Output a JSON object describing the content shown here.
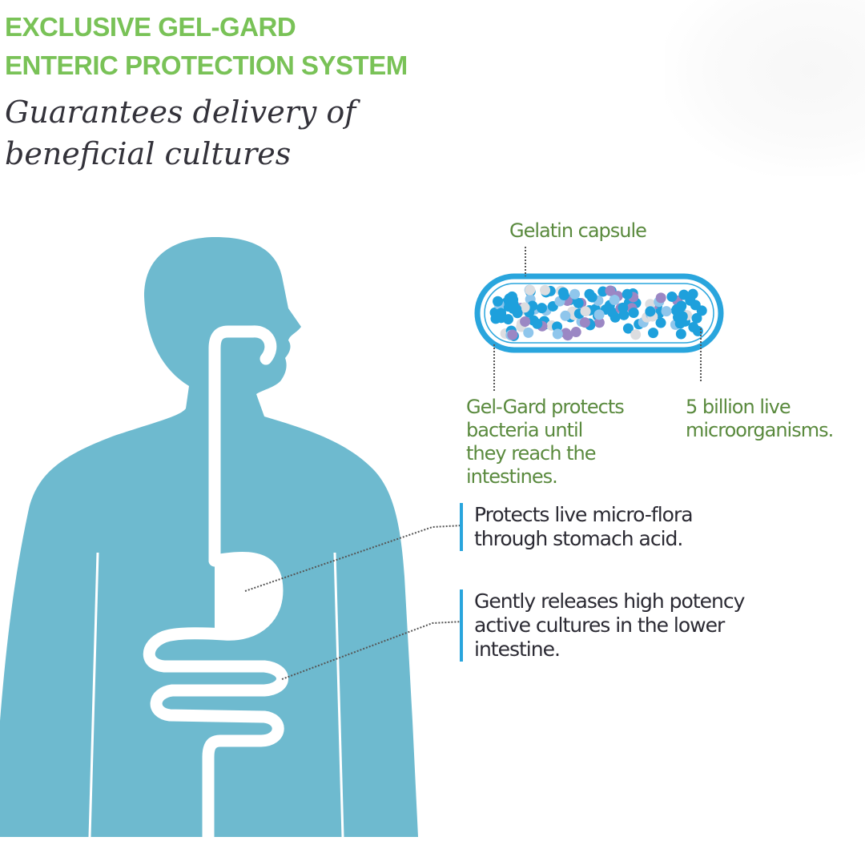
{
  "header": {
    "line1": "EXCLUSIVE GEL-GARD",
    "line2": "ENTERIC PROTECTION SYSTEM",
    "subtitle_line1": "Guarantees delivery of",
    "subtitle_line2": "beneficial cultures"
  },
  "capsule": {
    "label": "Gelatin capsule",
    "left_note": [
      "Gel-Gard protects",
      "bacteria until",
      "they reach the",
      "intestines."
    ],
    "right_note": [
      "5 billion live",
      "microorganisms."
    ],
    "dot_colors": [
      "#1ea0dc",
      "#1ea0dc",
      "#1ea0dc",
      "#8fc6ec",
      "#9b87c4",
      "#dcdde0"
    ]
  },
  "callouts": [
    {
      "lines": [
        "Protects live micro-flora",
        "through stomach acid."
      ]
    },
    {
      "lines": [
        "Gently releases high potency",
        "active cultures in the lower",
        "intestine."
      ]
    }
  ],
  "colors": {
    "body": "#6ebacf",
    "accent": "#29a5dd",
    "heading": "#79c257"
  }
}
